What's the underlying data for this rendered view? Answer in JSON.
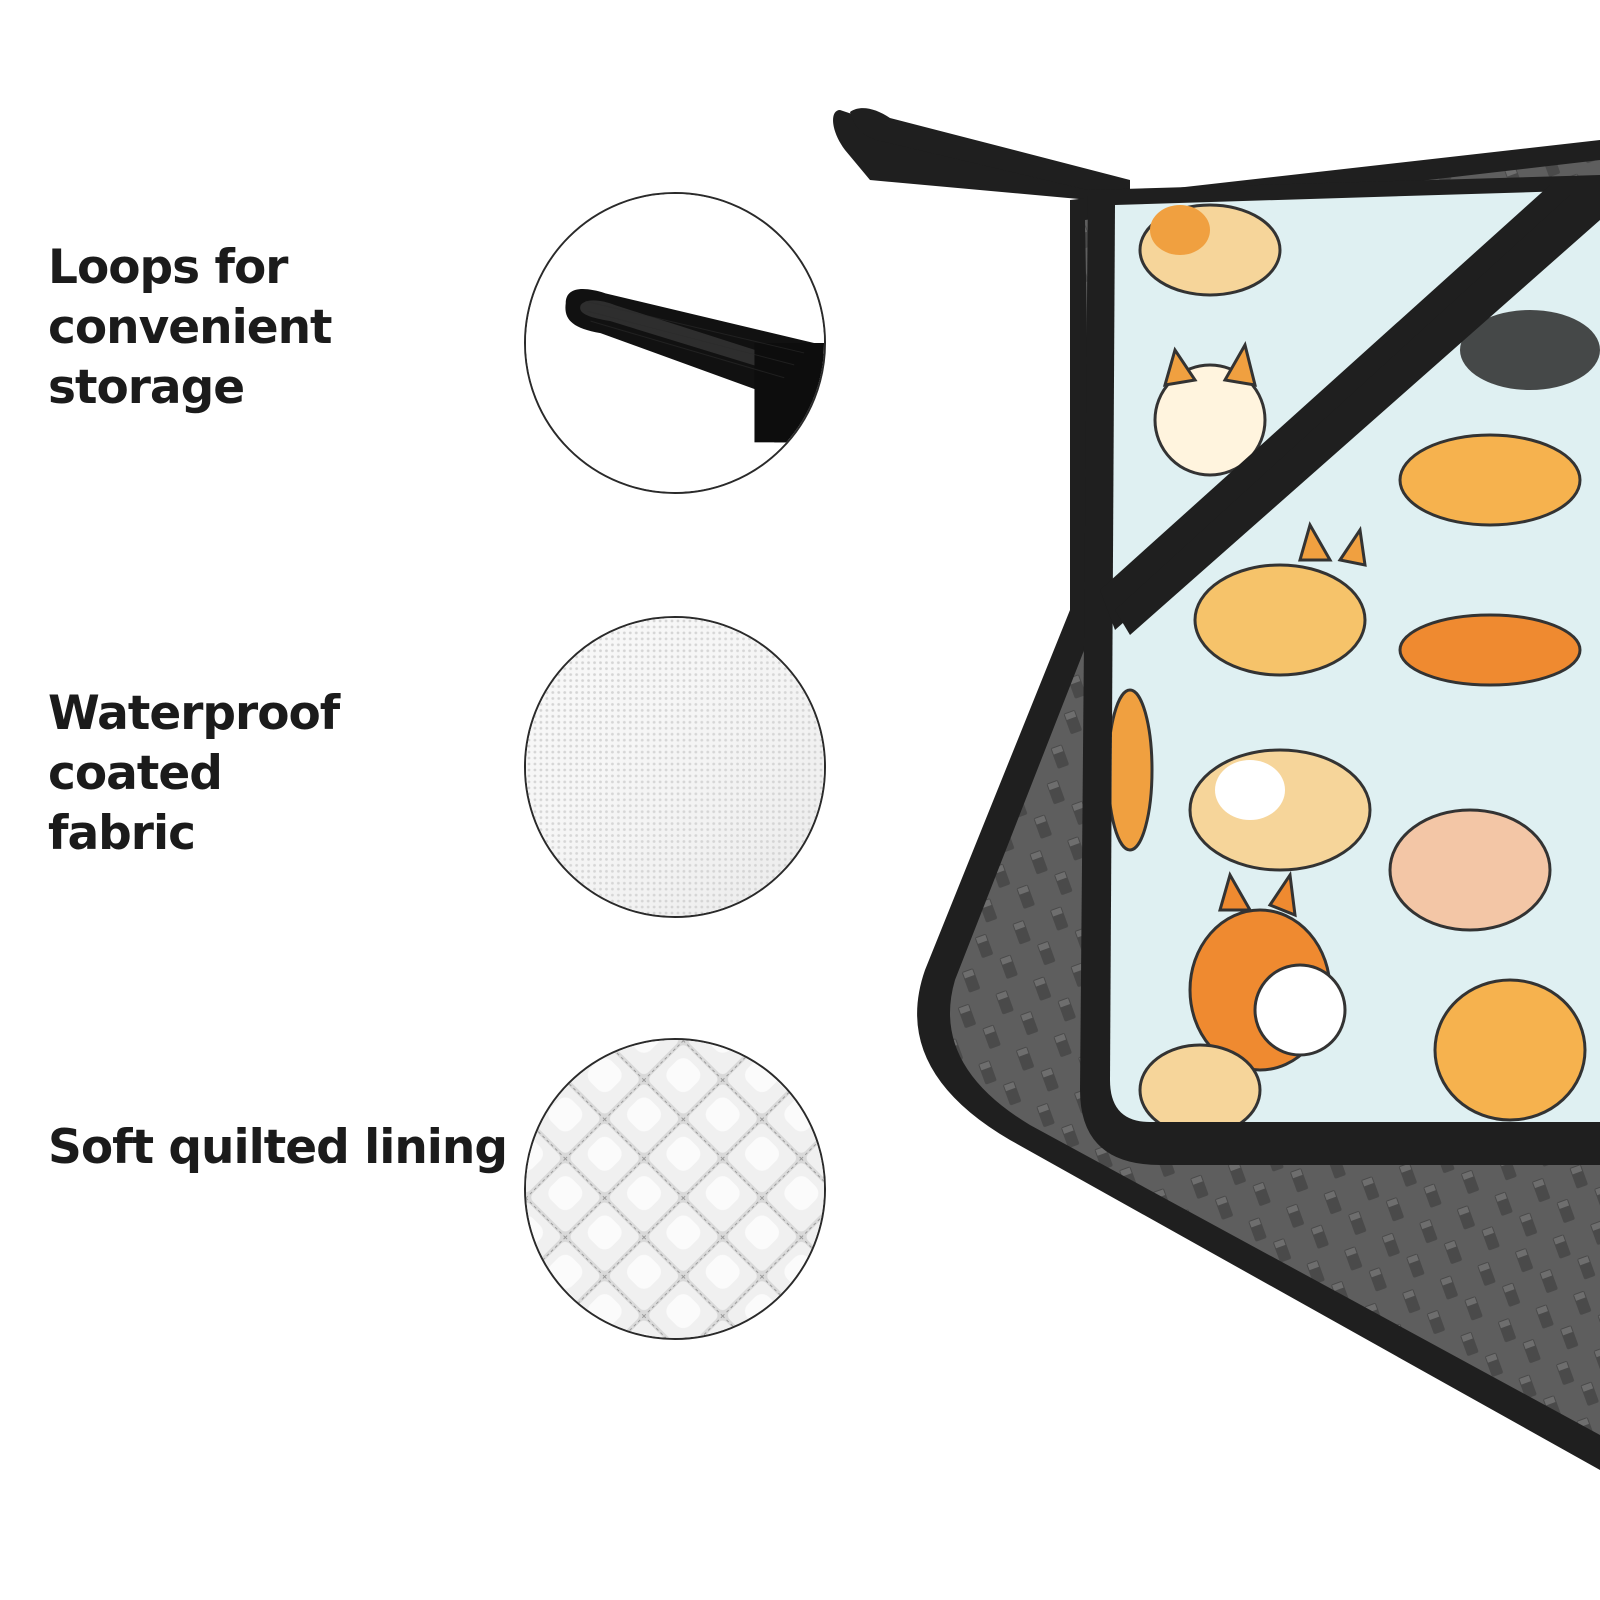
{
  "features": [
    {
      "label": "Loops for\nconvenient storage",
      "icon": "hanging-loop-icon"
    },
    {
      "label": "Waterproof coated\nfabric",
      "icon": "fabric-texture-icon"
    },
    {
      "label": "Soft quilted lining",
      "icon": "quilted-lining-icon"
    }
  ],
  "colors": {
    "binding": "#1f1f1f",
    "pattern_bg": "#dff0f2",
    "corgi_orange": "#f0a040",
    "corgi_tan": "#f6d59a",
    "silicone_gray": "#5b5b5b"
  }
}
